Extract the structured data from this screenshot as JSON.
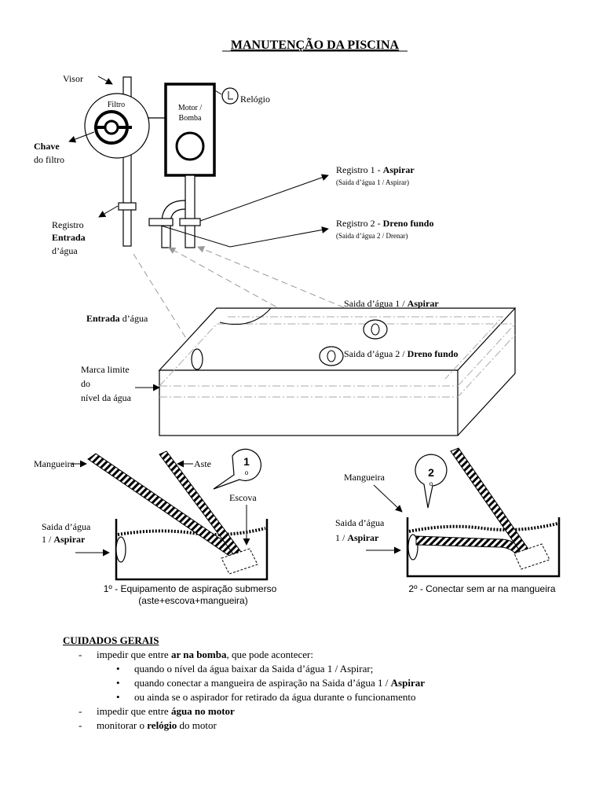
{
  "title": "MANUTENÇÃO DA PISCINA",
  "labels": {
    "visor": "Visor",
    "filtro": "Filtro",
    "motor_l1": "Motor /",
    "motor_l2": "Bomba",
    "relogio": "Relógio",
    "chave_l1": "Chave",
    "chave_l2": "do filtro",
    "reg_entrada_l1": "Registro",
    "reg_entrada_l2": "Entrada",
    "reg_entrada_l3": "d’água",
    "reg1_prefix": "Registro 1 - ",
    "reg1_bold": "Aspirar",
    "reg1_sub": "(Saida d’água 1 / Aspirar)",
    "reg2_prefix": "Registro 2 - ",
    "reg2_bold": "Dreno fundo",
    "reg2_sub": "(Saida d’água 2 / Drenar)",
    "pool_saida1_prefix": "Saida d’água 1 / ",
    "pool_saida1_bold": "Aspirar",
    "pool_entrada_bold": "Entrada",
    "pool_entrada_rest": " d’água",
    "pool_saida2_prefix": "Saida d’água 2 / ",
    "pool_saida2_bold": "Dreno fundo",
    "marca_l1": "Marca limite",
    "marca_l2": "do",
    "marca_l3": "nível da água",
    "mangueira": "Mangueira",
    "aste": "Aste",
    "escova": "Escova",
    "step1_num": "1",
    "step1_o": "o",
    "step2_num": "2",
    "step2_o": "o",
    "saida_small_l1": "Saida d’água",
    "saida_small_l2_prefix": "1 / ",
    "saida_small_l2_bold": "Aspirar",
    "caption1_l1": "1º - Equipamento de aspiração submerso",
    "caption1_l2": "(aste+escova+mangueira)",
    "caption2": "2º - Conectar sem ar na mangueira"
  },
  "cuidados": {
    "heading": "CUIDADOS GERAIS",
    "item1_prefix": "impedir que entre ",
    "item1_bold": "ar na bomba",
    "item1_suffix": ", que pode acontecer:",
    "sub1": "quando o nível da água baixar da Saida d’água 1 / Aspirar;",
    "sub2_prefix": "quando conectar a mangueira de aspiração na Saida d’água 1 / ",
    "sub2_bold": "Aspirar",
    "sub3": "ou ainda se o aspirador for retirado da água durante o funcionamento",
    "item2_prefix": "impedir que entre ",
    "item2_bold": "água no motor",
    "item3_prefix": "monitorar o ",
    "item3_bold": "relógio",
    "item3_suffix": " do motor"
  }
}
